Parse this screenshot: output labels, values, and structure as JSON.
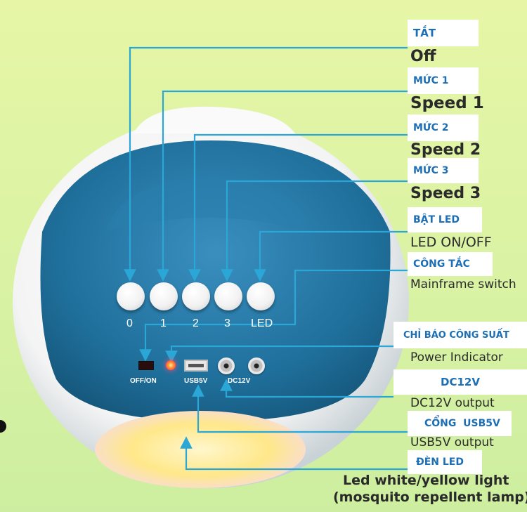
{
  "device": {
    "buttons": [
      {
        "number": "0"
      },
      {
        "number": "1"
      },
      {
        "number": "2"
      },
      {
        "number": "3"
      },
      {
        "number": "LED"
      }
    ],
    "switch_label": "OFF/ON",
    "usb_label": "USB5V",
    "dc_label": "DC12V"
  },
  "callouts": [
    {
      "vi": "TẮT",
      "en": "Off"
    },
    {
      "vi": "MỨC 1",
      "en": "Speed 1"
    },
    {
      "vi": "MỨC 2",
      "en": "Speed 2"
    },
    {
      "vi": "MỨC 3",
      "en": "Speed 3"
    },
    {
      "vi": "BẬT LED",
      "en": "LED ON/OFF"
    },
    {
      "vi": "CÔNG TẮC",
      "en": "Mainframe switch"
    },
    {
      "vi": "CHỈ BÁO CÔNG SUẤT",
      "en": "Power Indicator"
    },
    {
      "vi": "DC12V",
      "en": "DC12V output"
    },
    {
      "vi": "CỔNG  USB5V",
      "en": "USB5V output"
    },
    {
      "vi": "ĐÈN LED",
      "en": "Led white/yellow light",
      "en2": "(mosquito repellent lamp)"
    }
  ],
  "colors": {
    "background": "#dcf3a4",
    "device_blue": "#1f6f9b",
    "label_blue": "#1d6fb5",
    "leader_line": "#2aa7d6"
  }
}
